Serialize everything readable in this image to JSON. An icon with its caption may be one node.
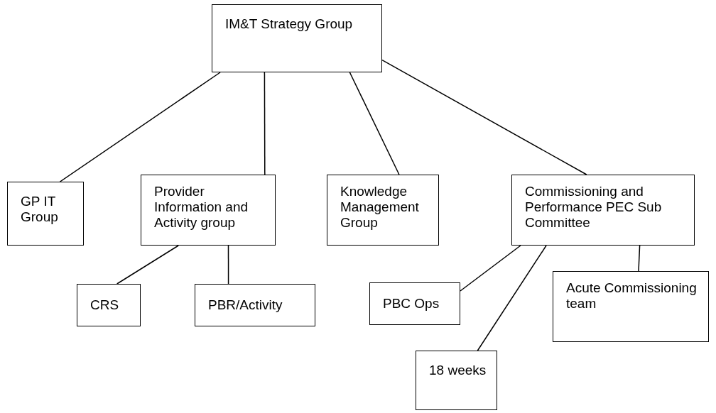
{
  "diagram": {
    "nodes": [
      {
        "text": [
          "IM&T Strategy Group"
        ]
      },
      {
        "text": [
          "GP IT Group"
        ]
      },
      {
        "text": [
          "Provider Information and Activity group"
        ]
      },
      {
        "text": [
          "Knowledge Management Group"
        ]
      },
      {
        "text": [
          "Commissioning and Performance PEC Sub Committee"
        ]
      },
      {
        "text": [
          "CRS"
        ]
      },
      {
        "text": [
          "PBR/Activity"
        ]
      },
      {
        "text": [
          "PBC Ops"
        ]
      },
      {
        "text": [
          "Acute Commissioning team"
        ]
      },
      {
        "text": [
          "18 weeks"
        ]
      }
    ],
    "edges": [
      {
        "from": 0,
        "to": 1,
        "arrow": "none"
      },
      {
        "from": 0,
        "to": 2,
        "arrow": "none"
      },
      {
        "from": 0,
        "to": 3,
        "arrow": "none"
      },
      {
        "from": 0,
        "to": 4,
        "arrow": "none"
      },
      {
        "from": 2,
        "to": 5,
        "arrow": "none"
      },
      {
        "from": 2,
        "to": 6,
        "arrow": "none"
      },
      {
        "from": 4,
        "to": 7,
        "arrow": "none"
      },
      {
        "from": 4,
        "to": 9,
        "arrow": "none"
      },
      {
        "from": 4,
        "to": 8,
        "arrow": "none"
      }
    ]
  }
}
